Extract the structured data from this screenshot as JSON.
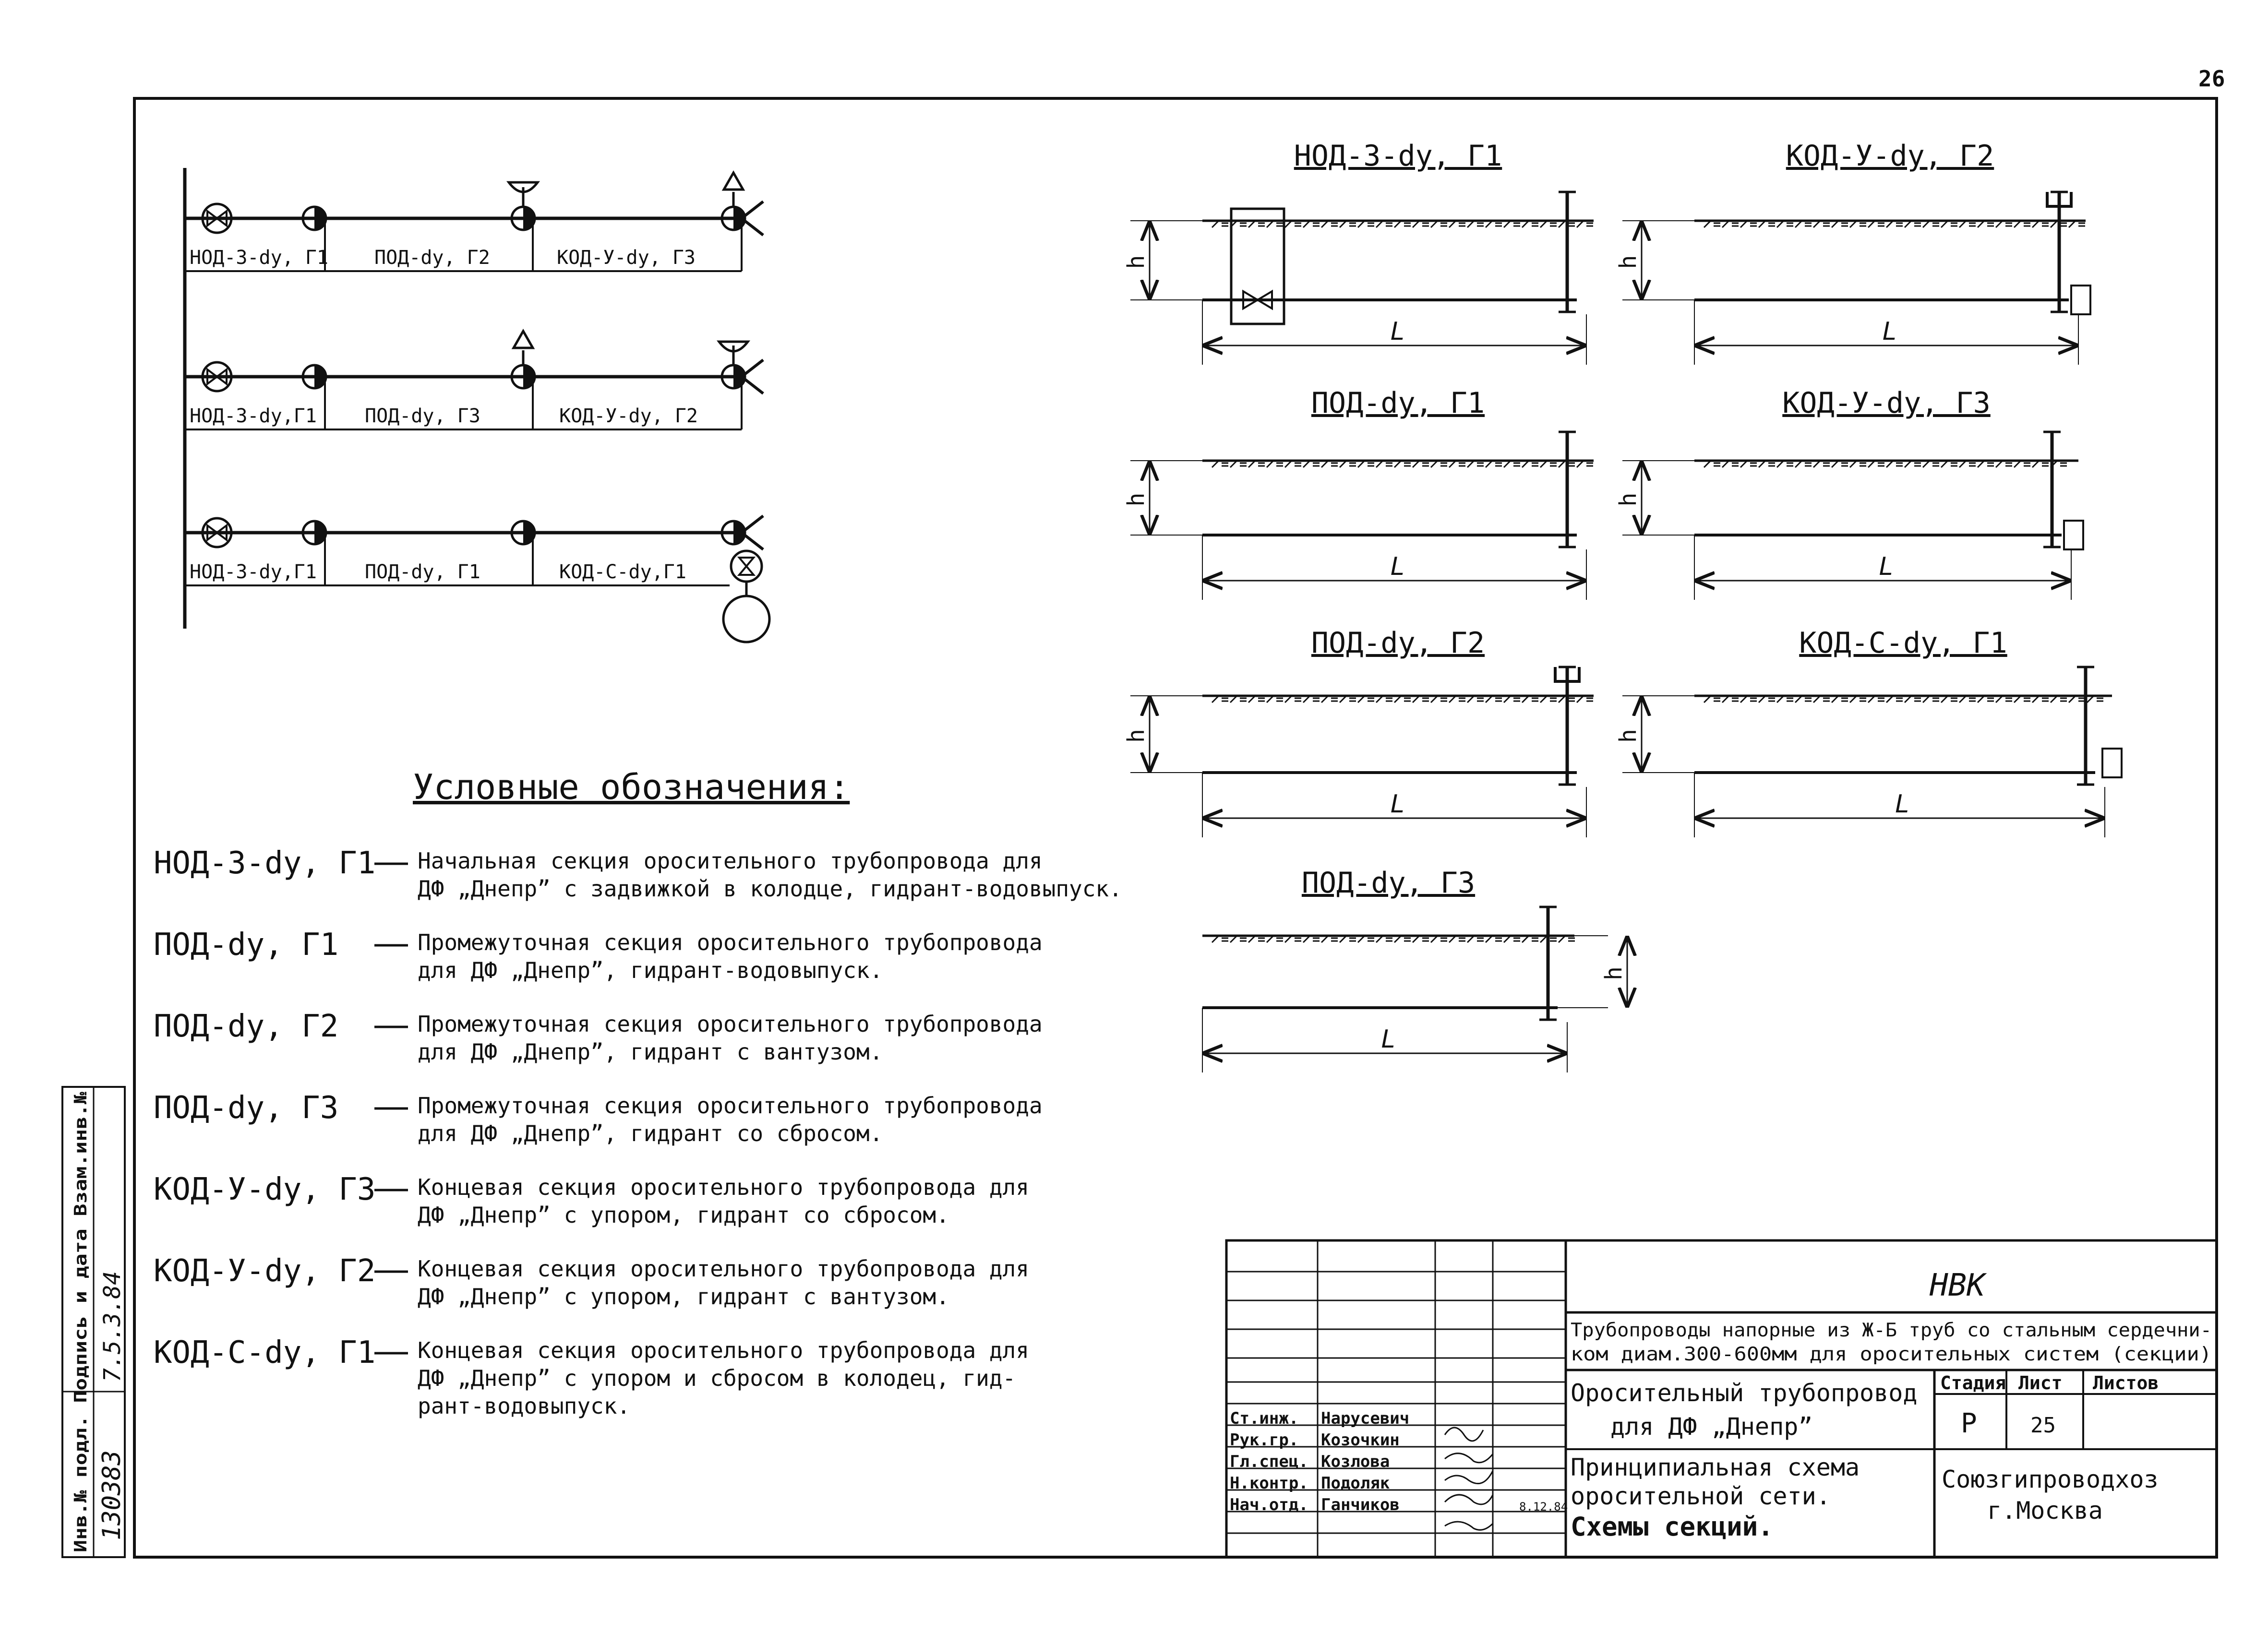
{
  "sheet_number": "26",
  "schemes": {
    "row1": [
      "НОД-3-dу, Г1",
      "ПОД-dу, Г2",
      "КОД-У-dу, Г3"
    ],
    "row2": [
      "НОД-3-dу,Г1",
      "ПОД-dу, Г3",
      "КОД-У-dу, Г2"
    ],
    "row3": [
      "НОД-3-dу,Г1",
      "ПОД-dу, Г1",
      "КОД-С-dу,Г1"
    ]
  },
  "sections": [
    {
      "title": "НОД-3-dу, Г1"
    },
    {
      "title": "КОД-У-dу, Г2"
    },
    {
      "title": "ПОД-dу, Г1"
    },
    {
      "title": "КОД-У-dу, Г3"
    },
    {
      "title": "ПОД-dу, Г2"
    },
    {
      "title": "КОД-С-dу, Г1"
    },
    {
      "title": "ПОД-dу, Г3"
    }
  ],
  "dim": {
    "h": "h",
    "L": "L"
  },
  "legend": {
    "title": "Условные обозначения:",
    "items": [
      {
        "code": "НОД-3-dу, Г1",
        "lines": [
          "Начальная секция оросительного трубопровода для",
          "ДФ „Днепр” с задвижкой в колодце, гидрант-водовыпуск."
        ]
      },
      {
        "code": "ПОД-dу,  Г1",
        "lines": [
          "Промежуточная секция оросительного трубопровода",
          "для ДФ „Днепр”, гидрант-водовыпуск."
        ]
      },
      {
        "code": "ПОД-dу,  Г2",
        "lines": [
          "Промежуточная секция оросительного трубопровода",
          "для ДФ „Днепр”, гидрант с вантузом."
        ]
      },
      {
        "code": "ПОД-dу,  Г3",
        "lines": [
          "Промежуточная секция оросительного трубопровода",
          "для ДФ „Днепр”, гидрант со сбросом."
        ]
      },
      {
        "code": "КОД-У-dу, Г3",
        "lines": [
          "Концевая секция оросительного трубопровода для",
          "ДФ „Днепр” с упором, гидрант со сбросом."
        ]
      },
      {
        "code": "КОД-У-dу, Г2",
        "lines": [
          "Концевая секция оросительного трубопровода для",
          "ДФ „Днепр” с упором, гидрант с вантузом."
        ]
      },
      {
        "code": "КОД-С-dу, Г1",
        "lines": [
          "Концевая секция оросительного трубопровода для",
          "ДФ „Днепр” с упором и сбросом в колодец, гид-",
          "рант-водовыпуск."
        ]
      }
    ]
  },
  "title_block": {
    "nvk": "НВК",
    "series": [
      "Трубопроводы напорные из Ж-Б труб со стальным сердечни-",
      "ком диам.300-600мм для оросительных систем (секции)"
    ],
    "name1": [
      "Оросительный трубопровод",
      "для ДФ „Днепр”"
    ],
    "name2": [
      "Принципиальная схема",
      "оросительной сети.",
      "Схемы секций."
    ],
    "stage_label": "Стадия",
    "sheet_label": "Лист",
    "sheets_label": "Листов",
    "stage": "Р",
    "sheet": "25",
    "org": [
      "Союзгипроводхоз",
      "г.Москва"
    ],
    "staff": [
      {
        "role": "Ст.инж.",
        "name": "Нарусевич"
      },
      {
        "role": "Рук.гр.",
        "name": "Козочкин"
      },
      {
        "role": "Гл.спец.",
        "name": "Козлова"
      },
      {
        "role": "Н.контр.",
        "name": "Подоляк"
      },
      {
        "role": "Нач.отд.",
        "name": "Ганчиков"
      }
    ],
    "sign_date": "8.12.84"
  },
  "side_stamp": {
    "header": "Инв.№ подл.  Подпись и дата  Взам.инв.№",
    "inv": "130383",
    "date": "7.5.3.84"
  }
}
